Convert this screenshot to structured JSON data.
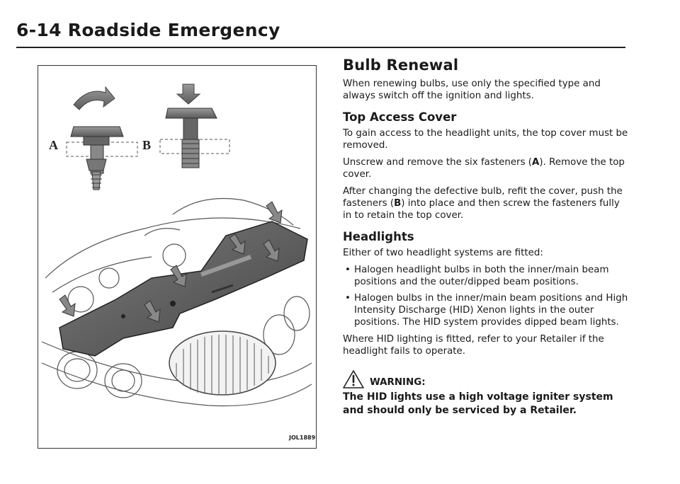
{
  "header": {
    "title": "6-14   Roadside Emergency"
  },
  "figure": {
    "label_a": "A",
    "label_b": "B",
    "code": "JOL1889"
  },
  "main": {
    "heading": "Bulb Renewal",
    "intro": "When renewing bulbs, use only the specified type and always switch off the ignition and lights.",
    "top_access": {
      "heading": "Top Access Cover",
      "p1": "To gain access to the headlight units, the top cover must be removed.",
      "p2_pre": "Unscrew and remove the six fasteners (",
      "p2_ref": "A",
      "p2_post": "). Remove the top cover.",
      "p3_pre": "After changing the defective bulb, refit the cover, push the fasteners (",
      "p3_ref": "B",
      "p3_post": ") into place and then screw the fasteners fully in to retain the top cover."
    },
    "headlights": {
      "heading": "Headlights",
      "intro": "Either of two headlight systems are fitted:",
      "items": [
        "Halogen headlight bulbs in both the inner/main beam positions and the outer/dipped beam positions.",
        "Halogen bulbs in the inner/main beam positions and High Intensity Discharge (HID) Xenon lights in the outer positions. The HID system provides dipped beam lights."
      ],
      "outro": "Where HID lighting is fitted, refer to your Retailer if the headlight fails to operate."
    },
    "warning": {
      "icon": "warning-triangle-icon",
      "title": "WARNING:",
      "text": "The HID lights use a high voltage igniter system and should only be serviced by a Retailer."
    }
  }
}
